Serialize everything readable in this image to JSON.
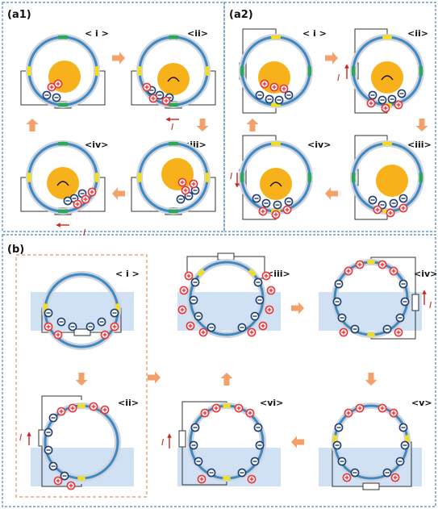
{
  "panels": {
    "a1": {
      "label": "(a1)"
    },
    "a2": {
      "label": "(a2)"
    },
    "b": {
      "label": "(b)"
    }
  },
  "steps": {
    "a1": [
      "< i >",
      "<ii>",
      "<iii>",
      "<iv>"
    ],
    "a2": [
      "< i >",
      "<ii>",
      "<iii>",
      "<iv>"
    ],
    "b": [
      "< i >",
      "<ii>",
      "<iii>",
      "<iv>",
      "<v>",
      "<vi>"
    ]
  },
  "current_symbol": "I",
  "charge_symbols": {
    "positive": "+",
    "negative": "−"
  },
  "colors": {
    "dashed_border": "#4d84b8",
    "dashed_border_orange": "#f0a070",
    "ring": "#3d89c4",
    "ring_halo": "#cfd3dc",
    "electrode_green": "#2ca85a",
    "electrode_yellow": "#f2de1a",
    "ball": "#f7b21b",
    "positive": "#e8373b",
    "negative": "#1f3f73",
    "arrow": "#f4a06a",
    "water": "#cfe1f2",
    "wire": "#333333",
    "current_arrow": "#c8281e"
  }
}
